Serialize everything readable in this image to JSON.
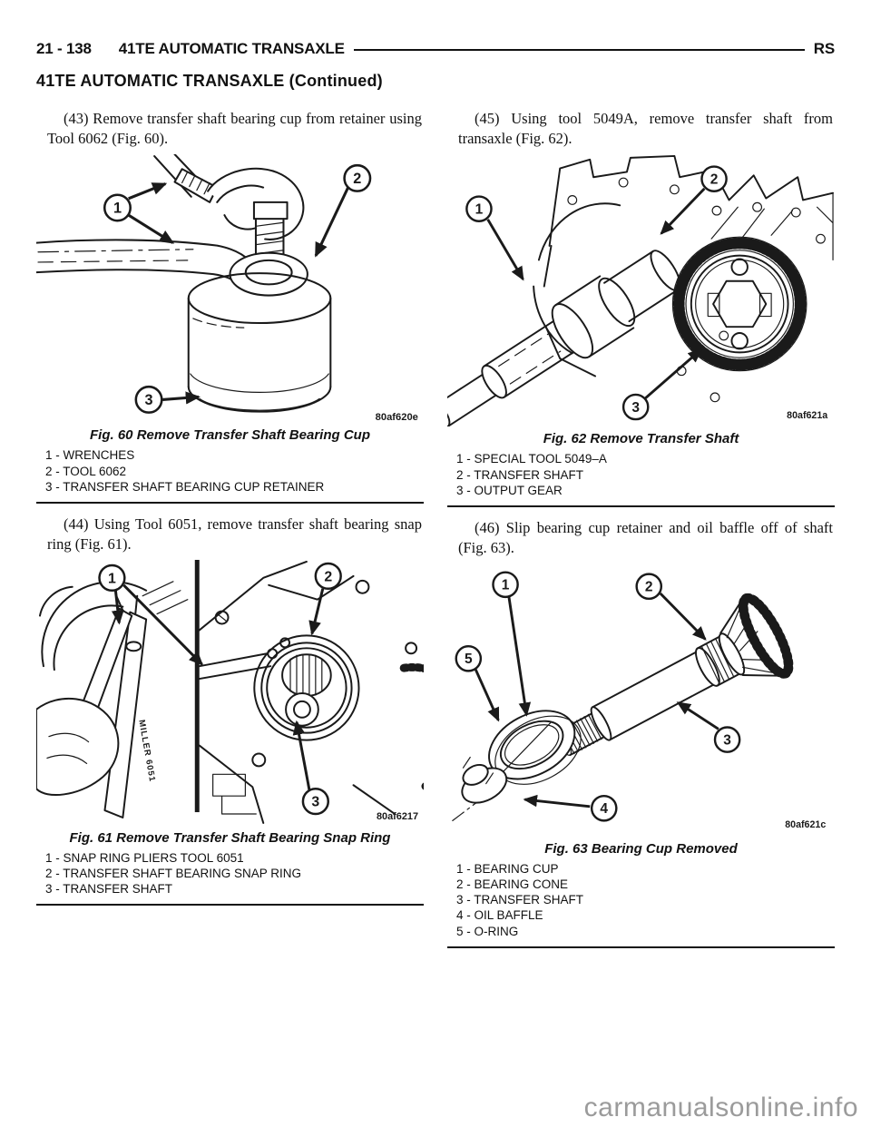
{
  "header": {
    "page_number": "21 - 138",
    "section_title": "41TE AUTOMATIC TRANSAXLE",
    "region_code": "RS",
    "continued_title": "41TE AUTOMATIC TRANSAXLE (Continued)"
  },
  "steps": {
    "s43": "(43) Remove transfer shaft bearing cup from retainer using Tool 6062 (Fig. 60).",
    "s44": "(44) Using Tool 6051, remove transfer shaft bearing snap ring (Fig. 61).",
    "s45": "(45) Using tool 5049A, remove transfer shaft from transaxle (Fig. 62).",
    "s46": "(46) Slip bearing cup retainer and oil baffle off of shaft (Fig. 63)."
  },
  "figures": {
    "fig60": {
      "caption": "Fig. 60 Remove Transfer Shaft Bearing Cup",
      "code": "80af620e",
      "callouts": [
        "1",
        "2",
        "3"
      ],
      "legend": [
        "1 - WRENCHES",
        "2 - TOOL 6062",
        "3 - TRANSFER SHAFT BEARING CUP RETAINER"
      ]
    },
    "fig61": {
      "caption": "Fig. 61 Remove Transfer Shaft Bearing Snap Ring",
      "code": "80af6217",
      "callouts": [
        "1",
        "2",
        "3"
      ],
      "tool_text": "MILLER 6051",
      "legend": [
        "1 - SNAP RING PLIERS TOOL 6051",
        "2 - TRANSFER SHAFT BEARING SNAP RING",
        "3 - TRANSFER SHAFT"
      ]
    },
    "fig62": {
      "caption": "Fig. 62 Remove Transfer Shaft",
      "code": "80af621a",
      "callouts": [
        "1",
        "2",
        "3"
      ],
      "legend": [
        "1 - SPECIAL TOOL 5049–A",
        "2 - TRANSFER SHAFT",
        "3 - OUTPUT GEAR"
      ]
    },
    "fig63": {
      "caption": "Fig. 63 Bearing Cup Removed",
      "code": "80af621c",
      "callouts": [
        "1",
        "2",
        "3",
        "4",
        "5"
      ],
      "legend": [
        "1 - BEARING CUP",
        "2 - BEARING CONE",
        "3 - TRANSFER SHAFT",
        "4 - OIL BAFFLE",
        "5 - O-RING"
      ]
    }
  },
  "watermark": "carmanualsonline.info",
  "colors": {
    "ink": "#1a1a1a",
    "watermark_gray": "#9b9b9b"
  }
}
